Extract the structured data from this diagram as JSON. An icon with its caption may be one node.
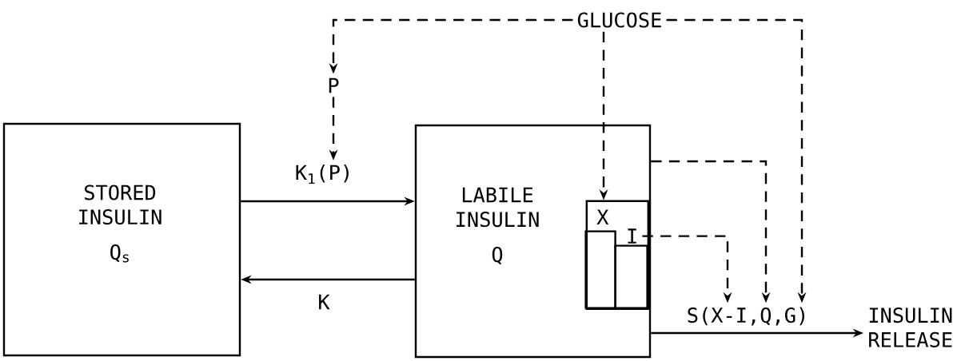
{
  "diagram": {
    "nodes": [
      {
        "text": [
          "STORED INSULIN",
          "Q$_{s}$"
        ]
      },
      {
        "text": [
          "LABILE INSULIN",
          "Q"
        ]
      },
      {
        "text": [
          "X"
        ],
        "in": 1
      },
      {
        "text": [
          "I"
        ],
        "in": 2
      },
      {
        "text": [],
        "shape": "box",
        "in": 2
      },
      {
        "text": [],
        "shape": "box",
        "in": 2
      },
      {
        "text": [
          "GLUCOSE"
        ]
      },
      {
        "text": [
          "P"
        ]
      },
      {
        "text": [
          "K$_{1}$(P)"
        ]
      },
      {
        "text": [
          "S(X-I,Q,G)"
        ]
      },
      {
        "text": [
          "INSULIN RELEASE"
        ]
      }
    ],
    "edges": [
      {
        "from": 6,
        "to": 7,
        "arrow": "to",
        "style": "dashed"
      },
      {
        "from": 7,
        "to": 8,
        "arrow": "to",
        "style": "dashed"
      },
      {
        "from": 0,
        "to": 1,
        "arrow": "to"
      },
      {
        "from": 1,
        "to": 0,
        "arrow": "to",
        "label": "K"
      },
      {
        "from": 6,
        "to": 2,
        "arrow": "to",
        "style": "dashed"
      },
      {
        "from": 1,
        "to": 9,
        "arrow": "to",
        "style": "dashed"
      },
      {
        "from": 3,
        "to": 9,
        "arrow": "to",
        "style": "dashed"
      },
      {
        "from": 6,
        "to": 9,
        "arrow": "to",
        "style": "dashed"
      },
      {
        "from": 1,
        "to": 10,
        "arrow": "to"
      }
    ]
  }
}
